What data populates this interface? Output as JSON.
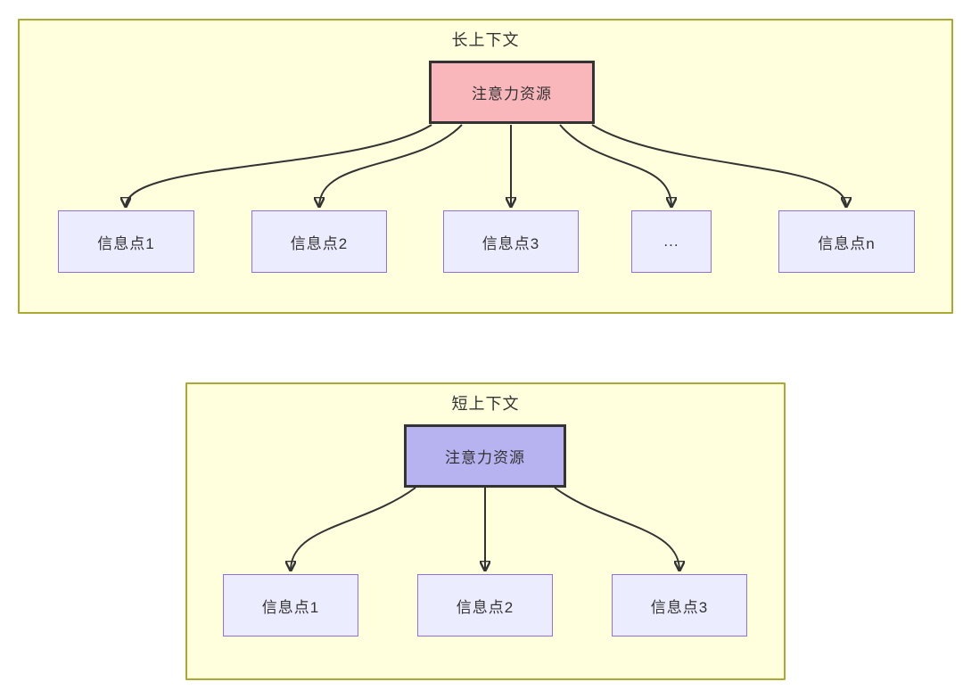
{
  "diagram_type": "flowchart",
  "colors": {
    "canvas_bg": "#ffffff",
    "subgraph_fill": "#ffffde",
    "subgraph_border": "#aaaa33",
    "info_node_fill": "#ececff",
    "info_node_border": "#9370db",
    "attention_long_fill": "#f9b7bc",
    "attention_short_fill": "#b6b3f0",
    "attention_node_border": "#333333",
    "edge_color": "#333333",
    "text_color": "#333333"
  },
  "long_context": {
    "title": "长上下文",
    "attention_label": "注意力资源",
    "nodes": [
      "信息点1",
      "信息点2",
      "信息点3",
      "...",
      "信息点n"
    ]
  },
  "short_context": {
    "title": "短上下文",
    "attention_label": "注意力资源",
    "nodes": [
      "信息点1",
      "信息点2",
      "信息点3"
    ]
  }
}
